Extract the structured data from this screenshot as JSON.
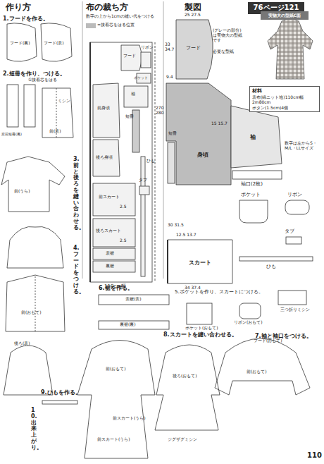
{
  "diagram": {
    "nodes": [
      {
        "text": [
          "76ページ121"
        ]
      },
      {
        "text": [
          "実物大の型紙C面"
        ]
      },
      {
        "text": [
          "材料",
          "表布(綿ニット地)110cm幅 2m80cm",
          "ボタン(1.5cm)4個"
        ]
      }
    ],
    "labels": [
      "作り方",
      "1.フードを作る。",
      "フード(裏)",
      "フード(表)",
      "2.短冊を作り、つける。",
      "①接着芯をはる",
      "ミシン",
      "前(表)",
      "3.前と後ろを縫い合わせる。",
      "4.フードをつける。",
      "布の裁ち方",
      "数字の上から1cmの縫い代をつける",
      "=接着芯をはる位置",
      "前身頃",
      "後ろ身頃",
      "フード",
      "袖",
      "短冊",
      "リボン",
      "ポケット",
      "ひも",
      "前スカート",
      "後ろスカート",
      "表裾",
      "裏裾",
      "タブ",
      "2.5",
      "2.5",
      "110cm幅",
      "270 280",
      "製図",
      "(グレーの部分)は実物大の型紙です",
      "25 27.5",
      "33 34.7",
      "フード",
      "9.4",
      "身頃",
      "15 15.7",
      "短冊",
      "袖",
      "袖口(2枚)",
      "12.5 13.7",
      "30 31.5",
      "スカート",
      "34 37.4",
      "ポケット",
      "リボン",
      "タブ",
      "ひも",
      "必要な型紙",
      "5.ポケットを作り、スカートにつける。",
      "6.裾を作る。",
      "7.袖と袖口をつける。",
      "8.スカートを縫い合わせる。",
      "9.ひもを作る。",
      "10.出来上がり。",
      "前(おもて)",
      "前スカート(うら)",
      "後ろ(おもて)",
      "フード(おもて)",
      "前(おもて)",
      "110",
      "表裾(表)",
      "裏裾(裏)",
      "前スカート(うら)",
      "ポケット(おもて)",
      "リボン(おもて)",
      "三つ折りミシン",
      "ジグザグミシン",
      "数字は左からS・M/L・LLサイズ",
      "前(うら)",
      "前(おもて)",
      "左前短冊(裏)",
      "後ろ(表)"
    ]
  }
}
